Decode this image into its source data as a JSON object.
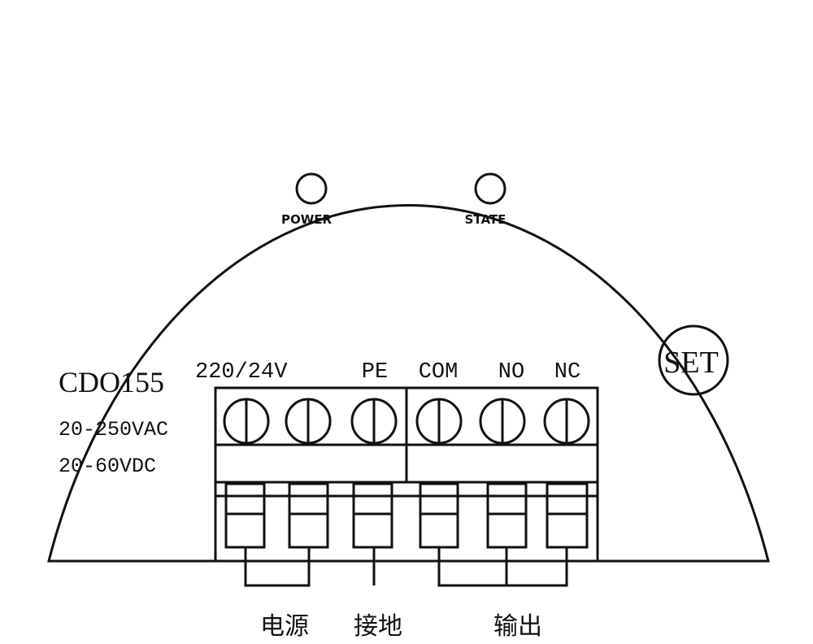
{
  "indicators": {
    "power": "POWER",
    "state": "STATE"
  },
  "set_button": "SET",
  "model": {
    "name": "CDO155",
    "ac_range": "20-250VAC",
    "dc_range": "20-60VDC"
  },
  "terminals": {
    "power": "220/24V",
    "pe": "PE",
    "com": "COM",
    "no": "NO",
    "nc": "NC"
  },
  "groups": {
    "power": "电源",
    "ground": "接地",
    "output": "输出"
  }
}
